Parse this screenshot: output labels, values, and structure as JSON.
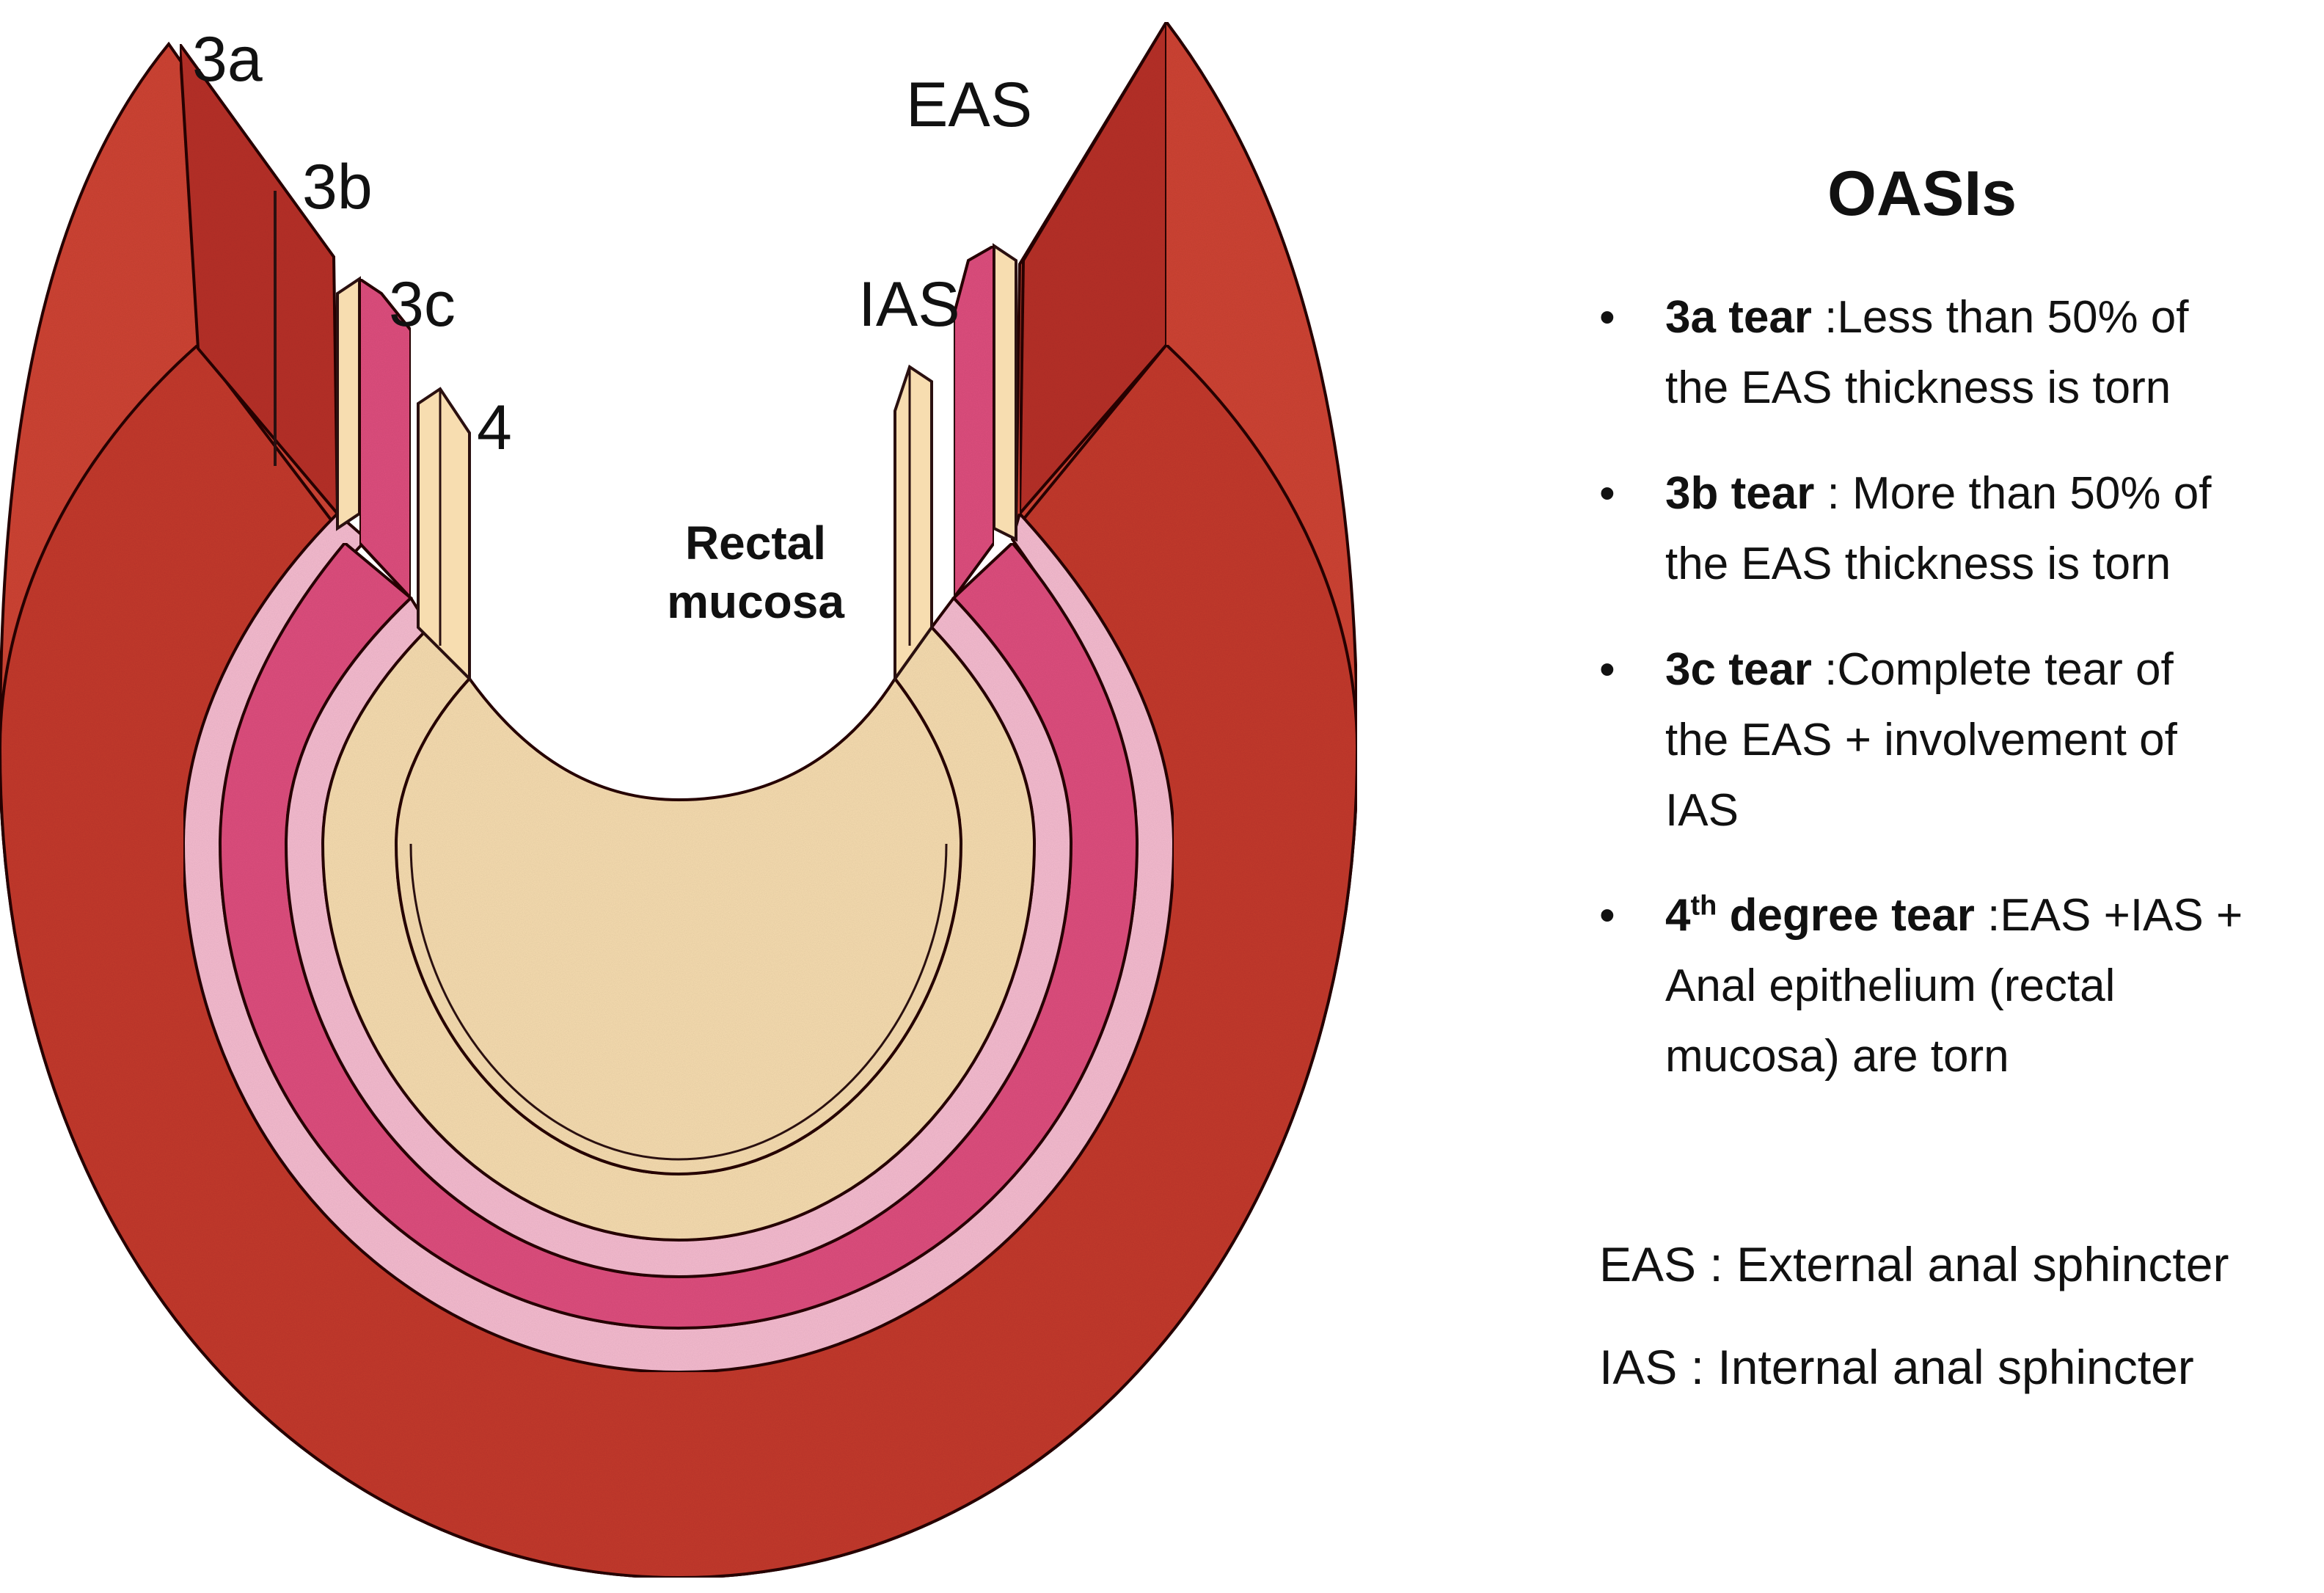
{
  "diagram": {
    "labels": {
      "3a": "3a",
      "3b": "3b",
      "3c": "3c",
      "4": "4",
      "eas": "EAS",
      "ias": "IAS",
      "center_line1": "Rectal",
      "center_line2": "mucosa"
    },
    "colors": {
      "eas_outer": "#cf4535",
      "eas_inner": "#c43a2f",
      "eas_cut": "#b8322a",
      "ias_light": "#f6bcd0",
      "ias_mid": "#df4f7f",
      "mucosa": "#f7ddb0",
      "outline": "#2a1010"
    }
  },
  "panel": {
    "title": "OASIs",
    "bullets": [
      {
        "term": "3a tear",
        "sup": "",
        "sep": " :",
        "desc_lines": [
          "Less than 50% of",
          "the EAS thickness is torn"
        ]
      },
      {
        "term": "3b tear",
        "sup": "",
        "sep": " : ",
        "desc_lines": [
          "More than 50% of",
          "the EAS thickness is torn"
        ]
      },
      {
        "term": "3c tear",
        "sup": "",
        "sep": " :",
        "desc_lines": [
          "Complete tear of",
          "the EAS + involvement of",
          "IAS"
        ]
      },
      {
        "term": "4",
        "sup": "th",
        "term_rest": " degree tear",
        "sep": " :",
        "desc_lines": [
          "EAS +IAS +",
          "Anal epithelium (rectal",
          "mucosa) are torn"
        ]
      }
    ],
    "abbreviations": [
      "EAS : External anal sphincter",
      "IAS : Internal anal sphincter"
    ]
  }
}
